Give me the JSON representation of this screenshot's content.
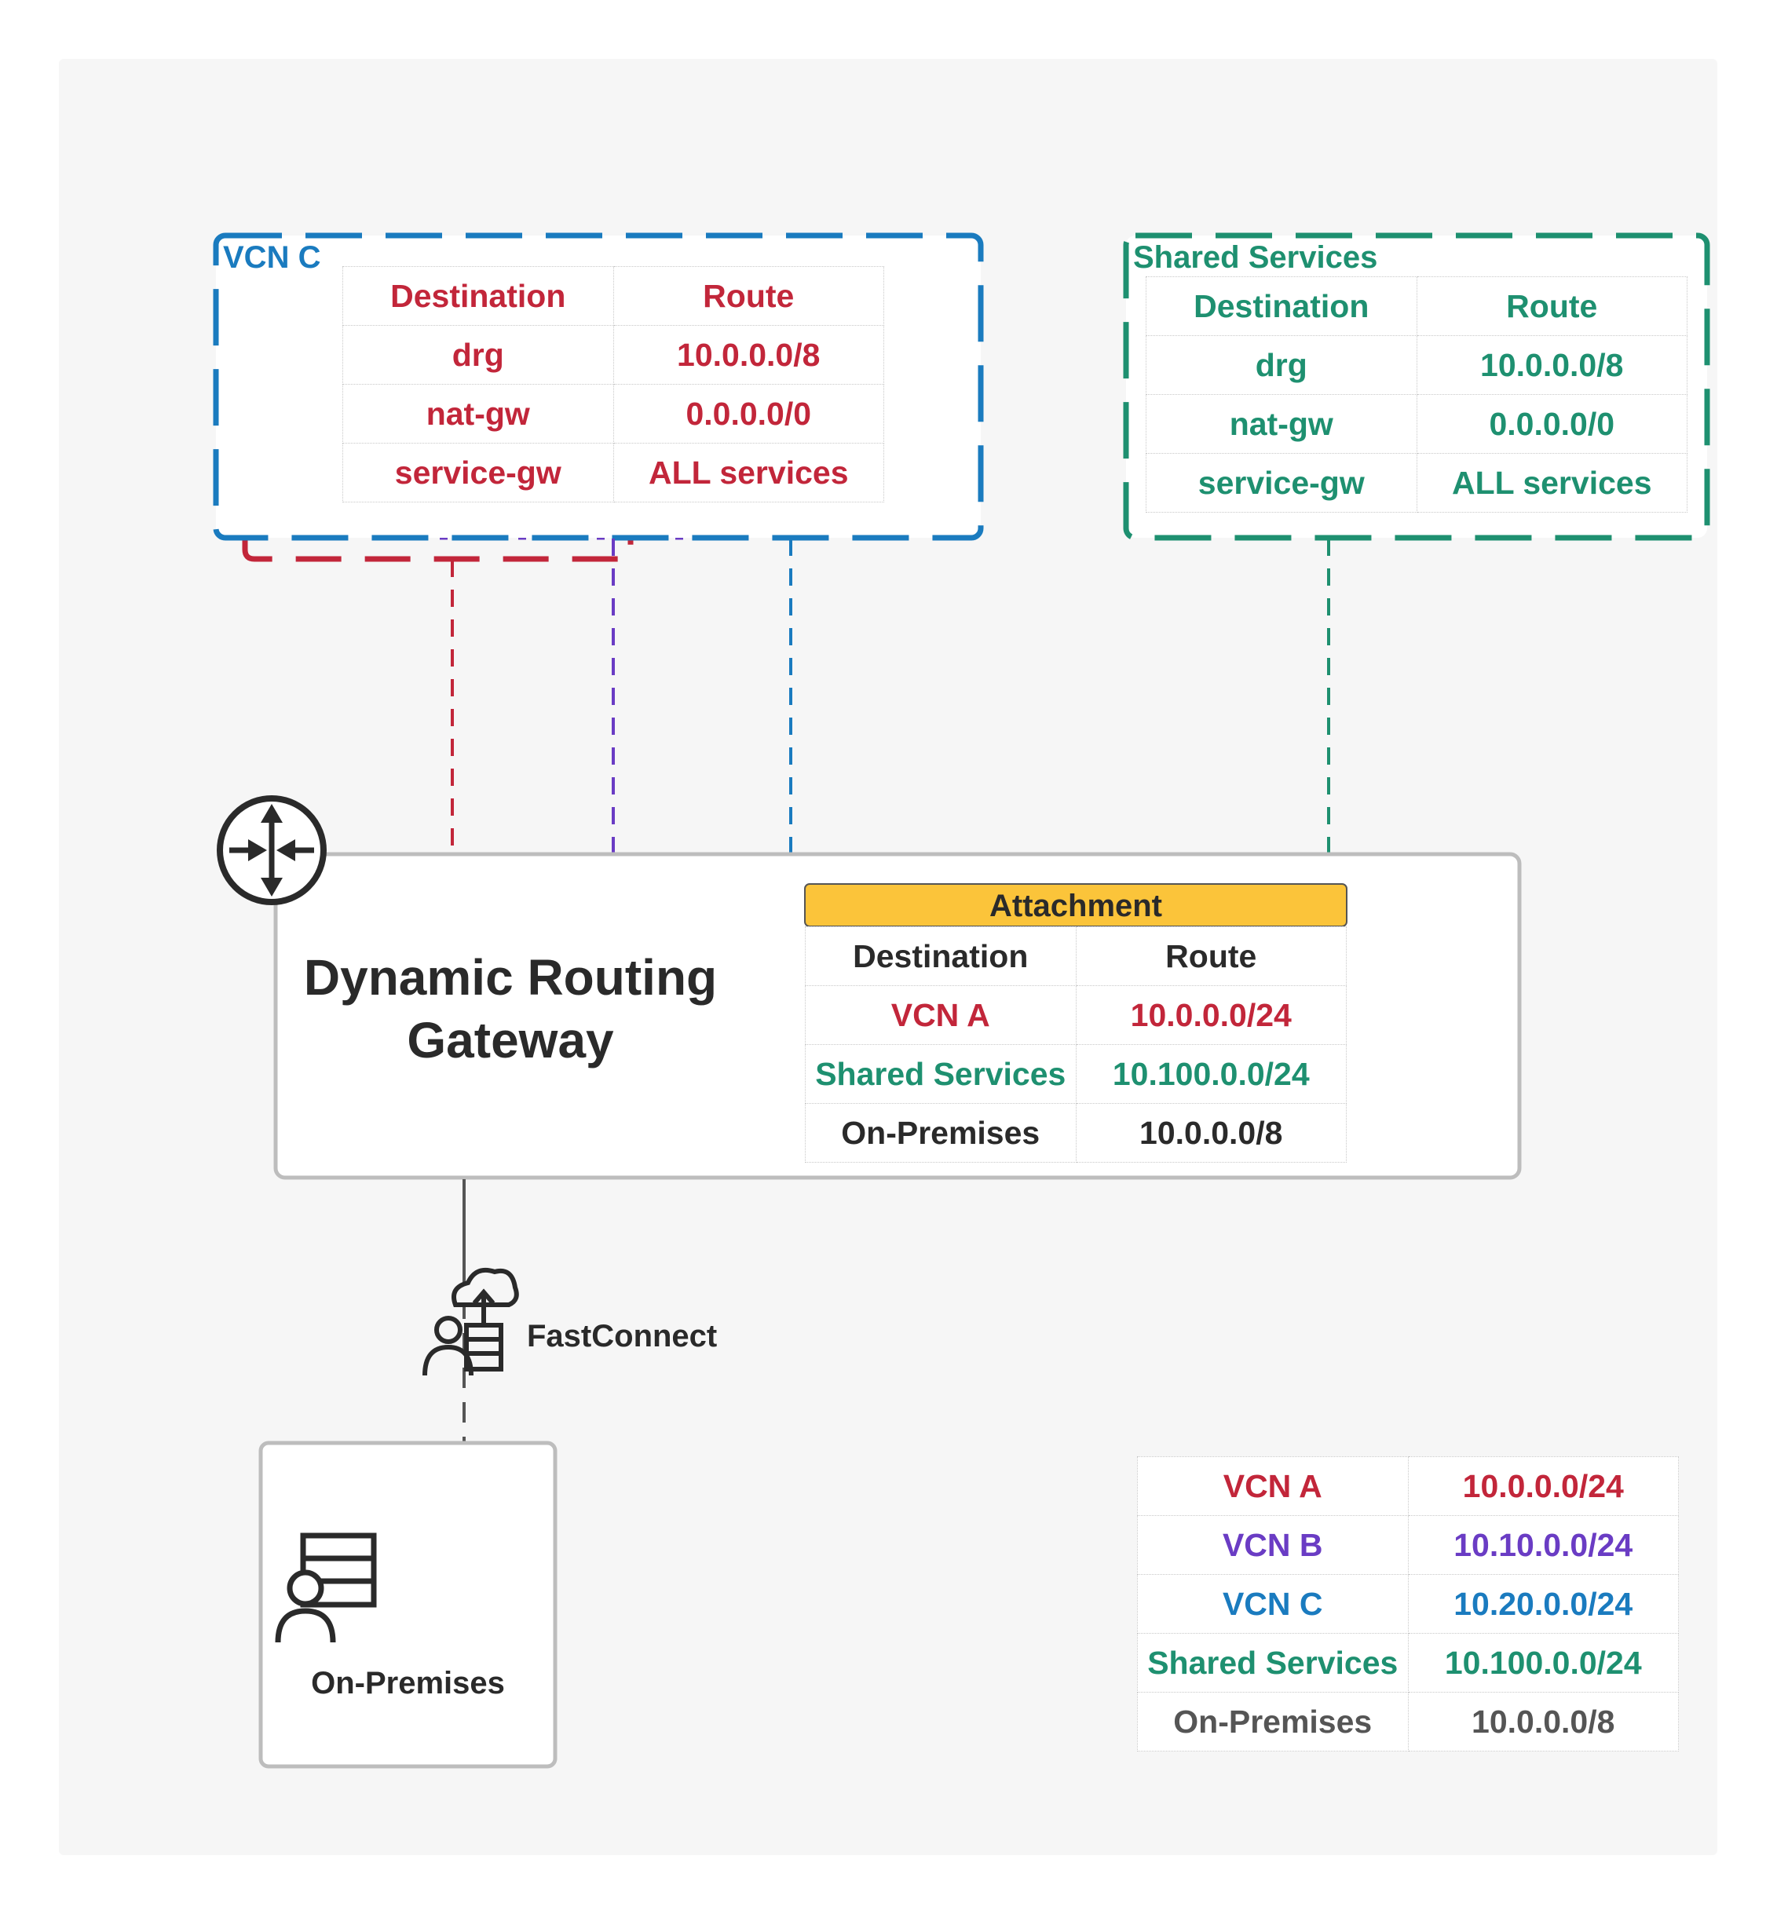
{
  "vcn_c": {
    "title": "VCN C",
    "headers": [
      "Destination",
      "Route"
    ],
    "rows": [
      [
        "drg",
        "10.0.0.0/8"
      ],
      [
        "nat-gw",
        "0.0.0.0/0"
      ],
      [
        "service-gw",
        "ALL services"
      ]
    ]
  },
  "shared_services": {
    "title": "Shared Services",
    "headers": [
      "Destination",
      "Route"
    ],
    "rows": [
      [
        "drg",
        "10.0.0.0/8"
      ],
      [
        "nat-gw",
        "0.0.0.0/0"
      ],
      [
        "service-gw",
        "ALL services"
      ]
    ]
  },
  "drg": {
    "title_line1": "Dynamic Routing",
    "title_line2": "Gateway",
    "attachment_label": "Attachment",
    "headers": [
      "Destination",
      "Route"
    ],
    "rows": [
      [
        "VCN A",
        "10.0.0.0/24"
      ],
      [
        "Shared Services",
        "10.100.0.0/24"
      ],
      [
        "On-Premises",
        "10.0.0.0/8"
      ]
    ]
  },
  "fastconnect": {
    "label": "FastConnect",
    "icon": "fastconnect-icon"
  },
  "on_premises": {
    "label": "On-Premises",
    "icon": "on-premises-icon"
  },
  "legend": {
    "rows": [
      [
        "VCN A",
        "10.0.0.0/24"
      ],
      [
        "VCN B",
        "10.10.0.0/24"
      ],
      [
        "VCN C",
        "10.20.0.0/24"
      ],
      [
        "Shared Services",
        "10.100.0.0/24"
      ],
      [
        "On-Premises",
        "10.0.0.0/8"
      ]
    ]
  },
  "colors": {
    "vcn_a": "#c2263a",
    "vcn_b": "#6a3cc4",
    "vcn_c": "#1a7bbf",
    "shared_services": "#1e9070",
    "on_premises": "#555555",
    "attachment": "#fbc43a"
  }
}
